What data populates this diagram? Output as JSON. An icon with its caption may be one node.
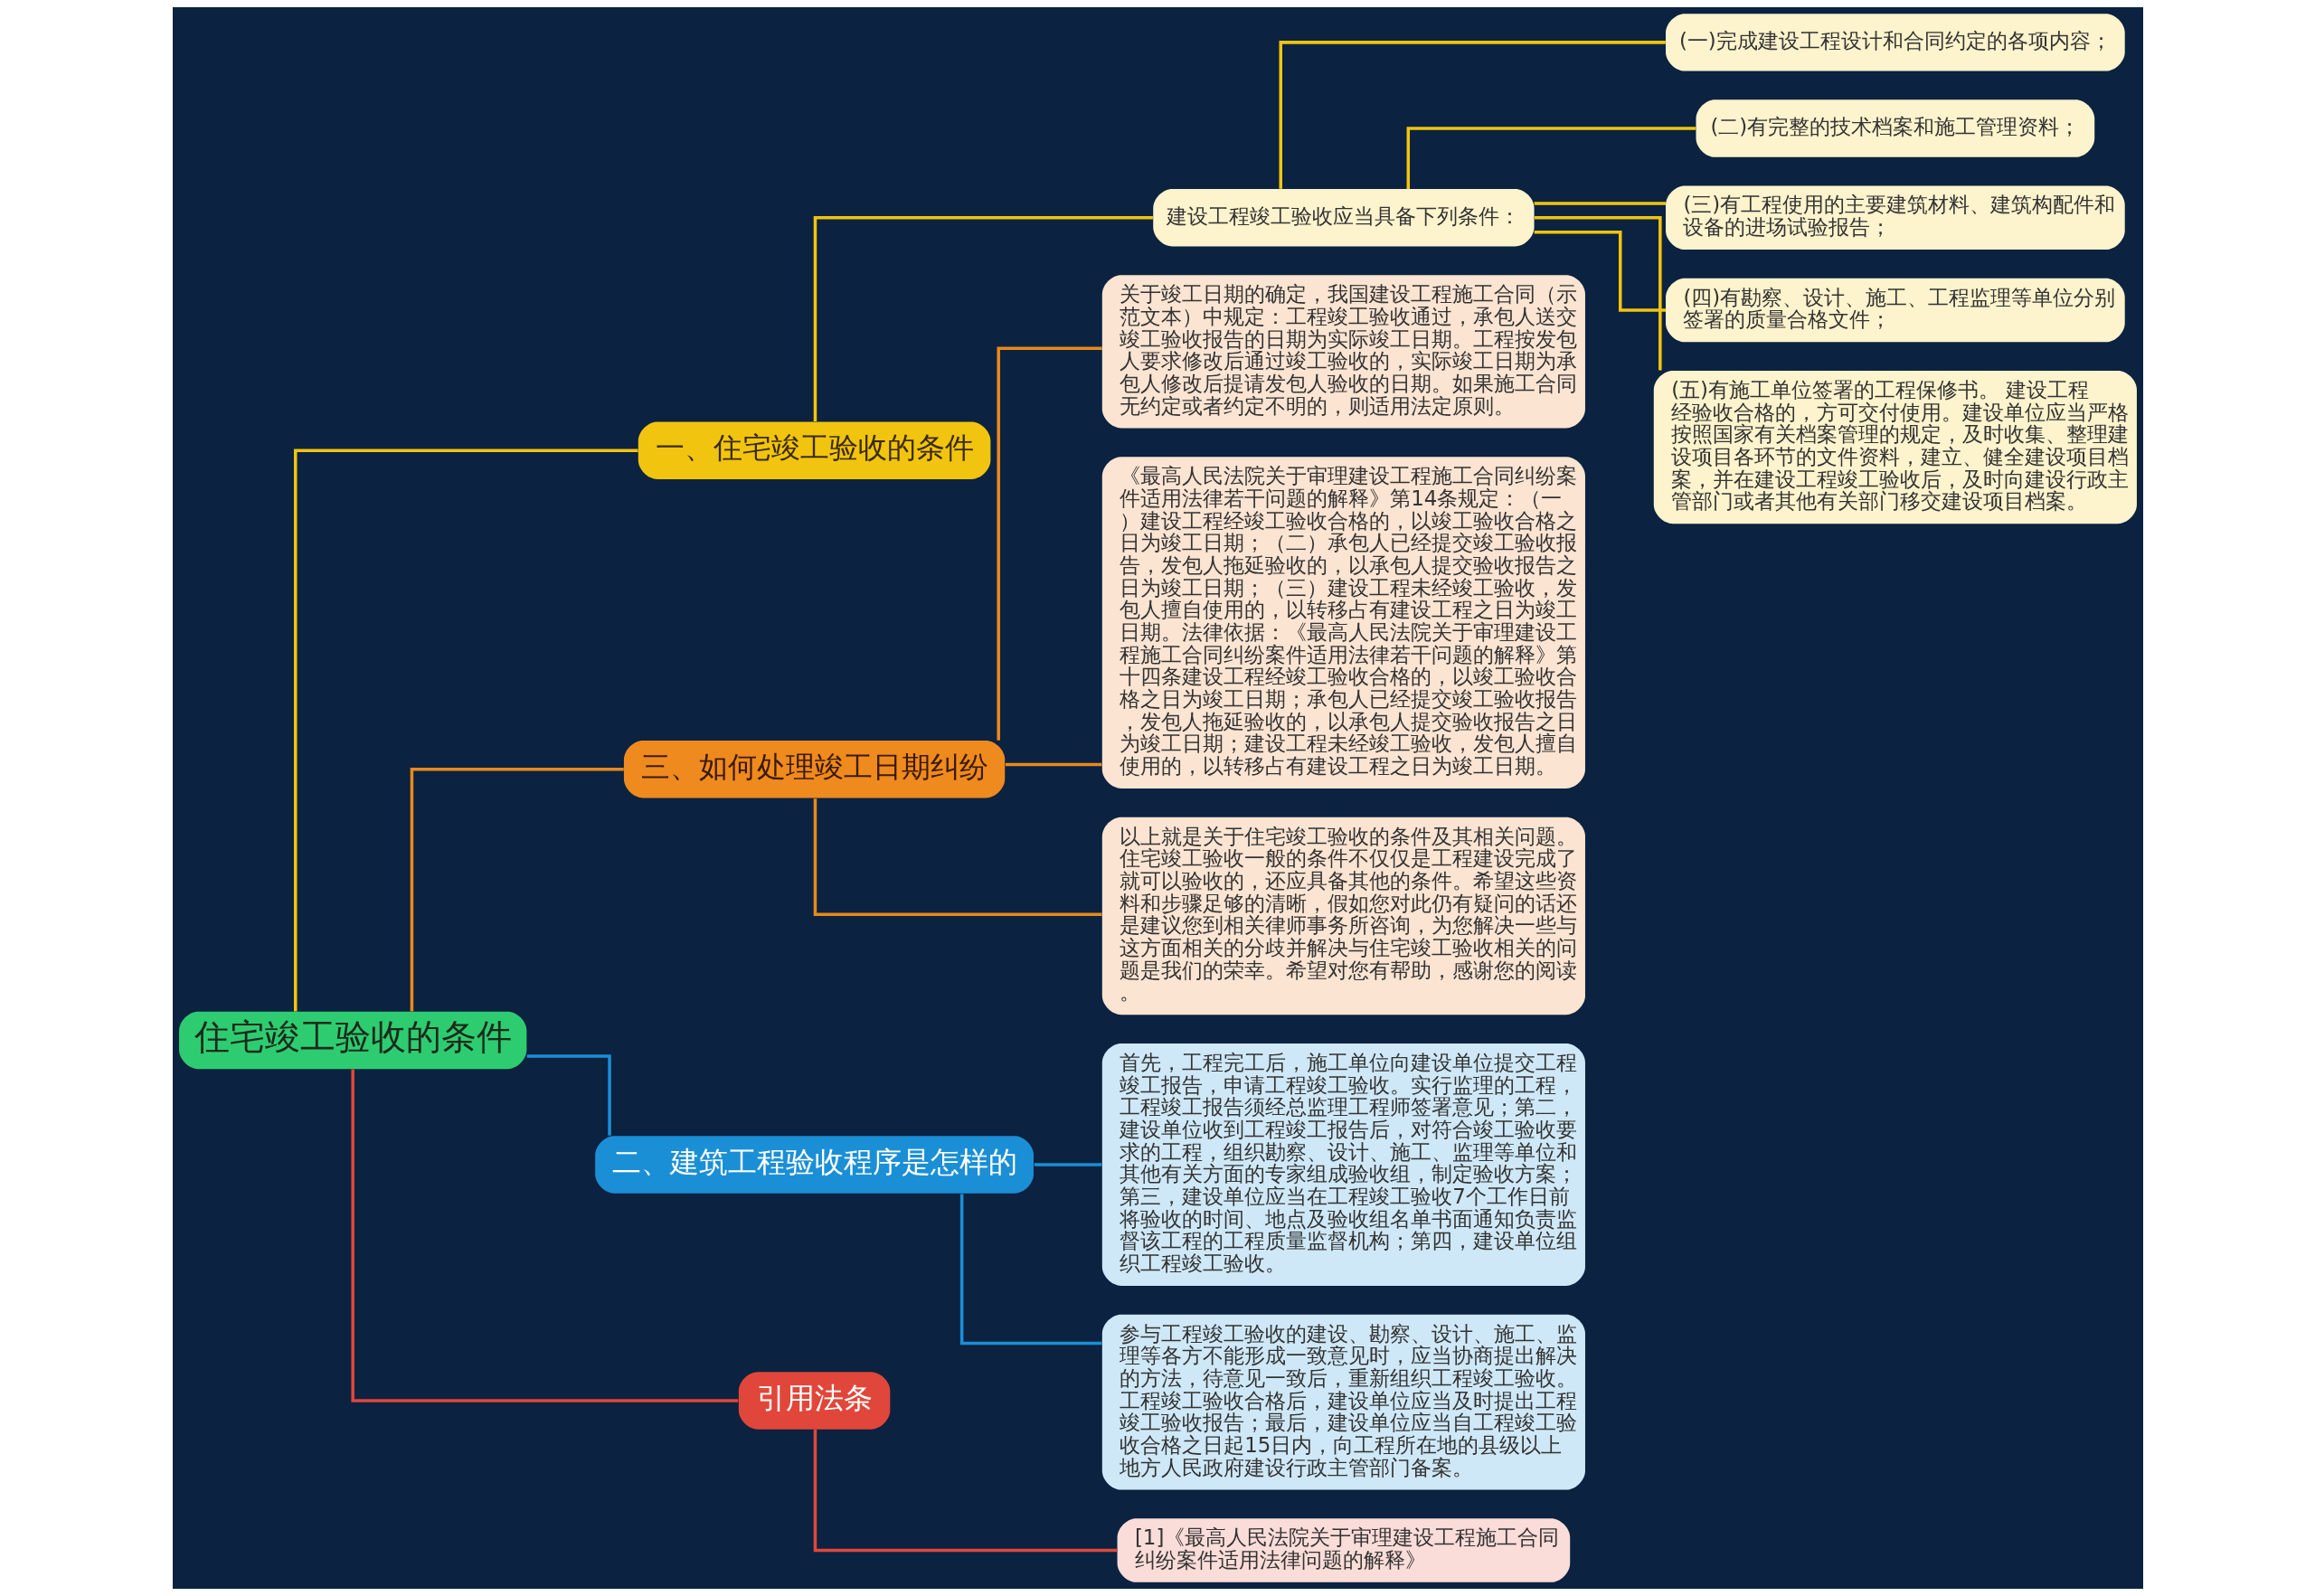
{
  "diagram": {
    "nodes": [
      {
        "text": [
          "住宅竣工验收的条件"
        ]
      },
      {
        "text": [
          "一、住宅竣工验收的条件"
        ]
      },
      {
        "text": [
          "建设工程竣工验收应当具备下列条件："
        ]
      },
      {
        "text": [
          "(一)完成建设工程设计和合同约定的各项内容；"
        ]
      },
      {
        "text": [
          "(二)有完整的技术档案和施工管理资料；"
        ]
      },
      {
        "text": [
          "(三)有工程使用的主要建筑材料、建筑构配件和设备的进场试验报告；"
        ]
      },
      {
        "text": [
          "(四)有勘察、设计、施工、工程监理等单位分别签署的质量合格文件；"
        ]
      },
      {
        "text": [
          "(五)有施工单位签署的工程保修书。 建设工程经验收合格的，方可交付使用。建设单位应当严格按照国家有关档案管理的规定，及时收集、整理建设项目各环节的文件资料，建立、健全建设项目档案，并在建设工程竣工验收后，及时向建设行政主管部门或者其他有关部门移交建设项目档案。"
        ]
      },
      {
        "text": [
          "三、如何处理竣工日期纠纷"
        ]
      },
      {
        "text": [
          "关于竣工日期的确定，我国建设工程施工合同（示范文本）中规定：工程竣工验收通过，承包人送交竣工验收报告的日期为实际竣工日期。工程按发包人要求修改后通过竣工验收的，实际竣工日期为承包人修改后提请发包人验收的日期。如果施工合同无约定或者约定不明的，则适用法定原则。"
        ]
      },
      {
        "text": [
          "《最高人民法院关于审理建设工程施工合同纠纷案件适用法律若干问题的解释》第14条规定：（一）建设工程经竣工验收合格的，以竣工验收合格之日为竣工日期；（二）承包人已经提交竣工验收报告，发包人拖延验收的，以承包人提交验收报告之日为竣工日期；（三）建设工程未经竣工验收，发包人擅自使用的，以转移占有建设工程之日为竣工日期。法律依据：《最高人民法院关于审理建设工程施工合同纠纷案件适用法律若干问题的解释》第十四条建设工程经竣工验收合格的，以竣工验收合格之日为竣工日期；承包人已经提交竣工验收报告，发包人拖延验收的，以承包人提交验收报告之日为竣工日期；建设工程未经竣工验收，发包人擅自使用的，以转移占有建设工程之日为竣工日期。"
        ]
      },
      {
        "text": [
          "以上就是关于住宅竣工验收的条件及其相关问题。住宅竣工验收一般的条件不仅仅是工程建设完成了就可以验收的，还应具备其他的条件。希望这些资料和步骤足够的清晰，假如您对此仍有疑问的话还是建议您到相关律师事务所咨询，为您解决一些与这方面相关的分歧并解决与住宅竣工验收相关的问题是我们的荣幸。希望对您有帮助，感谢您的阅读。"
        ]
      },
      {
        "text": [
          "二、建筑工程验收程序是怎样的"
        ]
      },
      {
        "text": [
          "首先，工程完工后，施工单位向建设单位提交工程竣工报告，申请工程竣工验收。实行监理的工程，工程竣工报告须经总监理工程师签署意见；第二，建设单位收到工程竣工报告后，对符合竣工验收要求的工程，组织勘察、设计、施工、监理等单位和其他有关方面的专家组成验收组，制定验收方案；第三，建设单位应当在工程竣工验收7个工作日前将验收的时间、地点及验收组名单书面通知负责监督该工程的工程质量监督机构；第四，建设单位组织工程竣工验收。"
        ]
      },
      {
        "text": [
          "参与工程竣工验收的建设、勘察、设计、施工、监理等各方不能形成一致意见时，应当协商提出解决的方法，待意见一致后，重新组织工程竣工验收。工程竣工验收合格后，建设单位应当及时提出工程竣工验收报告；最后，建设单位应当自工程竣工验收合格之日起15日内，向工程所在地的县级以上地方人民政府建设行政主管部门备案。"
        ]
      },
      {
        "text": [
          "引用法条"
        ]
      },
      {
        "text": [
          "[1]《最高人民法院关于审理建设工程施工合同纠纷案件适用法律问题的解释》"
        ]
      }
    ],
    "edges": [
      {
        "from": 0,
        "to": 1,
        "arrow": "none"
      },
      {
        "from": 1,
        "to": 2,
        "arrow": "none"
      },
      {
        "from": 2,
        "to": 3,
        "arrow": "none"
      },
      {
        "from": 2,
        "to": 4,
        "arrow": "none"
      },
      {
        "from": 2,
        "to": 5,
        "arrow": "none"
      },
      {
        "from": 2,
        "to": 6,
        "arrow": "none"
      },
      {
        "from": 2,
        "to": 7,
        "arrow": "none"
      },
      {
        "from": 0,
        "to": 8,
        "arrow": "none",
        "color": "#e8891c"
      },
      {
        "from": 8,
        "to": 9,
        "arrow": "none",
        "color": "#e8891c"
      },
      {
        "from": 8,
        "to": 10,
        "arrow": "none",
        "color": "#e8891c"
      },
      {
        "from": 8,
        "to": 11,
        "arrow": "none",
        "color": "#e8891c"
      },
      {
        "from": 0,
        "to": 12,
        "arrow": "none",
        "color": "#1b8fd6"
      },
      {
        "from": 12,
        "to": 13,
        "arrow": "none",
        "color": "#1b8fd6"
      },
      {
        "from": 12,
        "to": 14,
        "arrow": "none",
        "color": "#1b8fd6"
      },
      {
        "from": 0,
        "to": 15,
        "arrow": "none",
        "color": "#e0473a"
      },
      {
        "from": 15,
        "to": 16,
        "arrow": "none",
        "color": "#e0473a"
      }
    ]
  }
}
